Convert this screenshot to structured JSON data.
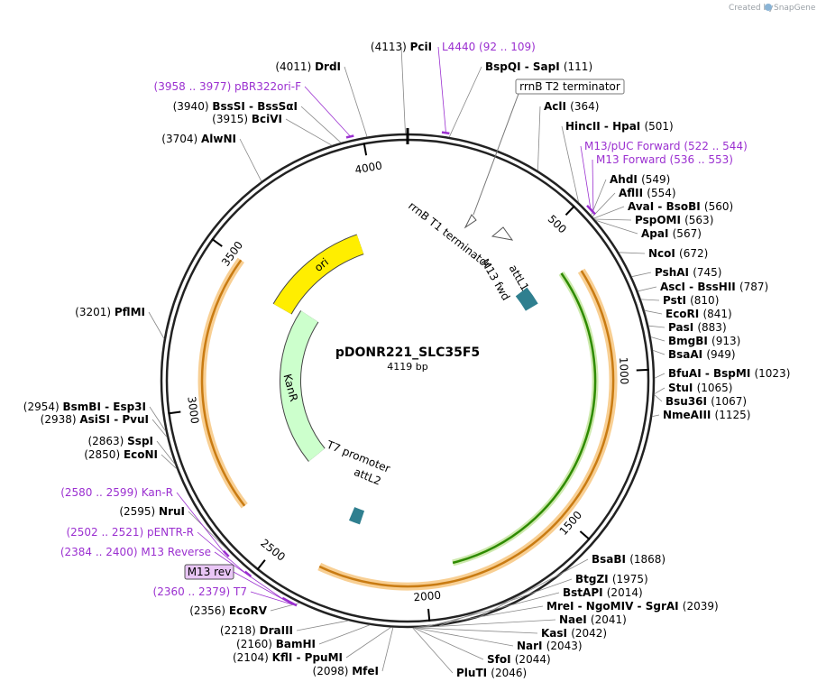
{
  "credit": {
    "created_by": "Created by",
    "brand": "SnapGene"
  },
  "plasmid": {
    "name": "pDONR221_SLC35F5",
    "size_label": "4119 bp",
    "length": 4119
  },
  "colors": {
    "primer": "#9b30d0",
    "backbone": "#000000",
    "ori": "#ffee00",
    "kanr": "#ccffcc",
    "attL": "#2f7f8f",
    "orf": "#2e8b00",
    "orf_glow": "#f2a83b"
  },
  "ticks": [
    {
      "label": "500",
      "pos": 500
    },
    {
      "label": "1000",
      "pos": 1000
    },
    {
      "label": "1500",
      "pos": 1500
    },
    {
      "label": "2000",
      "pos": 2000
    },
    {
      "label": "2500",
      "pos": 2500
    },
    {
      "label": "3000",
      "pos": 3000
    },
    {
      "label": "3500",
      "pos": 3500
    },
    {
      "label": "4000",
      "pos": 4000
    }
  ],
  "sites": [
    {
      "pos_label": "(4113)",
      "enzyme": "PciI",
      "pos": 4113
    },
    {
      "pos_label": "(4011)",
      "enzyme": "DrdI",
      "pos": 4011
    },
    {
      "pos_label": "(3940)",
      "enzyme": "BssSI - BssSαI",
      "pos": 3940
    },
    {
      "pos_label": "(3915)",
      "enzyme": "BciVI",
      "pos": 3915
    },
    {
      "pos_label": "(3704)",
      "enzyme": "AlwNI",
      "pos": 3704
    },
    {
      "pos_label": "(3201)",
      "enzyme": "PflMI",
      "pos": 3201
    },
    {
      "pos_label": "(2954)",
      "enzyme": "BsmBI - Esp3I",
      "pos": 2954
    },
    {
      "pos_label": "(2938)",
      "enzyme": "AsiSI - PvuI",
      "pos": 2938
    },
    {
      "pos_label": "(2863)",
      "enzyme": "SspI",
      "pos": 2863
    },
    {
      "pos_label": "(2850)",
      "enzyme": "EcoNI",
      "pos": 2850
    },
    {
      "pos_label": "(2595)",
      "enzyme": "NruI",
      "pos": 2595
    },
    {
      "pos_label": "(2356)",
      "enzyme": "EcoRV",
      "pos": 2356
    },
    {
      "pos_label": "(2218)",
      "enzyme": "DraIII",
      "pos": 2218
    },
    {
      "pos_label": "(2160)",
      "enzyme": "BamHI",
      "pos": 2160
    },
    {
      "pos_label": "(2104)",
      "enzyme": "KflI - PpuMI",
      "pos": 2104
    },
    {
      "pos_label": "(2098)",
      "enzyme": "MfeI",
      "pos": 2098
    },
    {
      "pos_label": "(2046)",
      "enzyme": "PluTI",
      "pos": 2046
    },
    {
      "pos_label": "(2044)",
      "enzyme": "SfoI",
      "pos": 2044
    },
    {
      "pos_label": "(2043)",
      "enzyme": "NarI",
      "pos": 2043
    },
    {
      "pos_label": "(2042)",
      "enzyme": "KasI",
      "pos": 2042
    },
    {
      "pos_label": "(2041)",
      "enzyme": "NaeI",
      "pos": 2041
    },
    {
      "pos_label": "(2039)",
      "enzyme": "MreI - NgoMIV - SgrAI",
      "pos": 2039
    },
    {
      "pos_label": "(2014)",
      "enzyme": "BstAPI",
      "pos": 2014
    },
    {
      "pos_label": "(1975)",
      "enzyme": "BtgZI",
      "pos": 1975
    },
    {
      "pos_label": "(1868)",
      "enzyme": "BsaBI",
      "pos": 1868
    },
    {
      "pos_label": "(111)",
      "enzyme": "BspQI - SapI",
      "pos": 111
    },
    {
      "pos_label": "(364)",
      "enzyme": "AclI",
      "pos": 364
    },
    {
      "pos_label": "(501)",
      "enzyme": "HincII - HpaI",
      "pos": 501
    },
    {
      "pos_label": "(549)",
      "enzyme": "AhdI",
      "pos": 549
    },
    {
      "pos_label": "(554)",
      "enzyme": "AflII",
      "pos": 554
    },
    {
      "pos_label": "(560)",
      "enzyme": "AvaI - BsoBI",
      "pos": 560
    },
    {
      "pos_label": "(563)",
      "enzyme": "PspOMI",
      "pos": 563
    },
    {
      "pos_label": "(567)",
      "enzyme": "ApaI",
      "pos": 567
    },
    {
      "pos_label": "(672)",
      "enzyme": "NcoI",
      "pos": 672
    },
    {
      "pos_label": "(745)",
      "enzyme": "PshAI",
      "pos": 745
    },
    {
      "pos_label": "(787)",
      "enzyme": "AscI - BssHII",
      "pos": 787
    },
    {
      "pos_label": "(810)",
      "enzyme": "PstI",
      "pos": 810
    },
    {
      "pos_label": "(841)",
      "enzyme": "EcoRI",
      "pos": 841
    },
    {
      "pos_label": "(883)",
      "enzyme": "PasI",
      "pos": 883
    },
    {
      "pos_label": "(913)",
      "enzyme": "BmgBI",
      "pos": 913
    },
    {
      "pos_label": "(949)",
      "enzyme": "BsaAI",
      "pos": 949
    },
    {
      "pos_label": "(1023)",
      "enzyme": "BfuAI - BspMI",
      "pos": 1023
    },
    {
      "pos_label": "(1065)",
      "enzyme": "StuI",
      "pos": 1065
    },
    {
      "pos_label": "(1067)",
      "enzyme": "Bsu36I",
      "pos": 1067
    },
    {
      "pos_label": "(1125)",
      "enzyme": "NmeAIII",
      "pos": 1125
    }
  ],
  "primers": [
    {
      "name": "L4440",
      "range": "(92 .. 109)",
      "pos": 100
    },
    {
      "name": "pBR322ori-F",
      "range": "(3958 .. 3977)",
      "pos": 3967
    },
    {
      "name": "M13/pUC Forward",
      "range": "(522 .. 544)",
      "pos": 533
    },
    {
      "name": "M13 Forward",
      "range": "(536 .. 553)",
      "pos": 544
    },
    {
      "name": "Kan-R",
      "range": "(2580 .. 2599)",
      "pos": 2590
    },
    {
      "name": "pENTR-R",
      "range": "(2502 .. 2521)",
      "pos": 2512
    },
    {
      "name": "M13 Reverse",
      "range": "(2384 .. 2400)",
      "pos": 2392
    },
    {
      "name": "M13 rev",
      "range": "",
      "pos": 2376
    },
    {
      "name": "T7",
      "range": "(2360 .. 2379)",
      "pos": 2370
    }
  ],
  "features": [
    {
      "name": "ori",
      "start": 3430,
      "end": 3900,
      "color": "#ffee00"
    },
    {
      "name": "KanR",
      "start": 2640,
      "end": 3470,
      "color": "#ccffcc"
    },
    {
      "name": "rrnB T2 terminator",
      "pos": 370
    },
    {
      "name": "rrnB T1 terminator",
      "pos": 450
    },
    {
      "name": "attL1",
      "start": 595,
      "end": 680
    },
    {
      "name": "attL2",
      "start": 2270,
      "end": 2320
    },
    {
      "name": "M13 fwd",
      "pos": 565
    },
    {
      "name": "T7 promoter",
      "pos": 2355
    }
  ]
}
